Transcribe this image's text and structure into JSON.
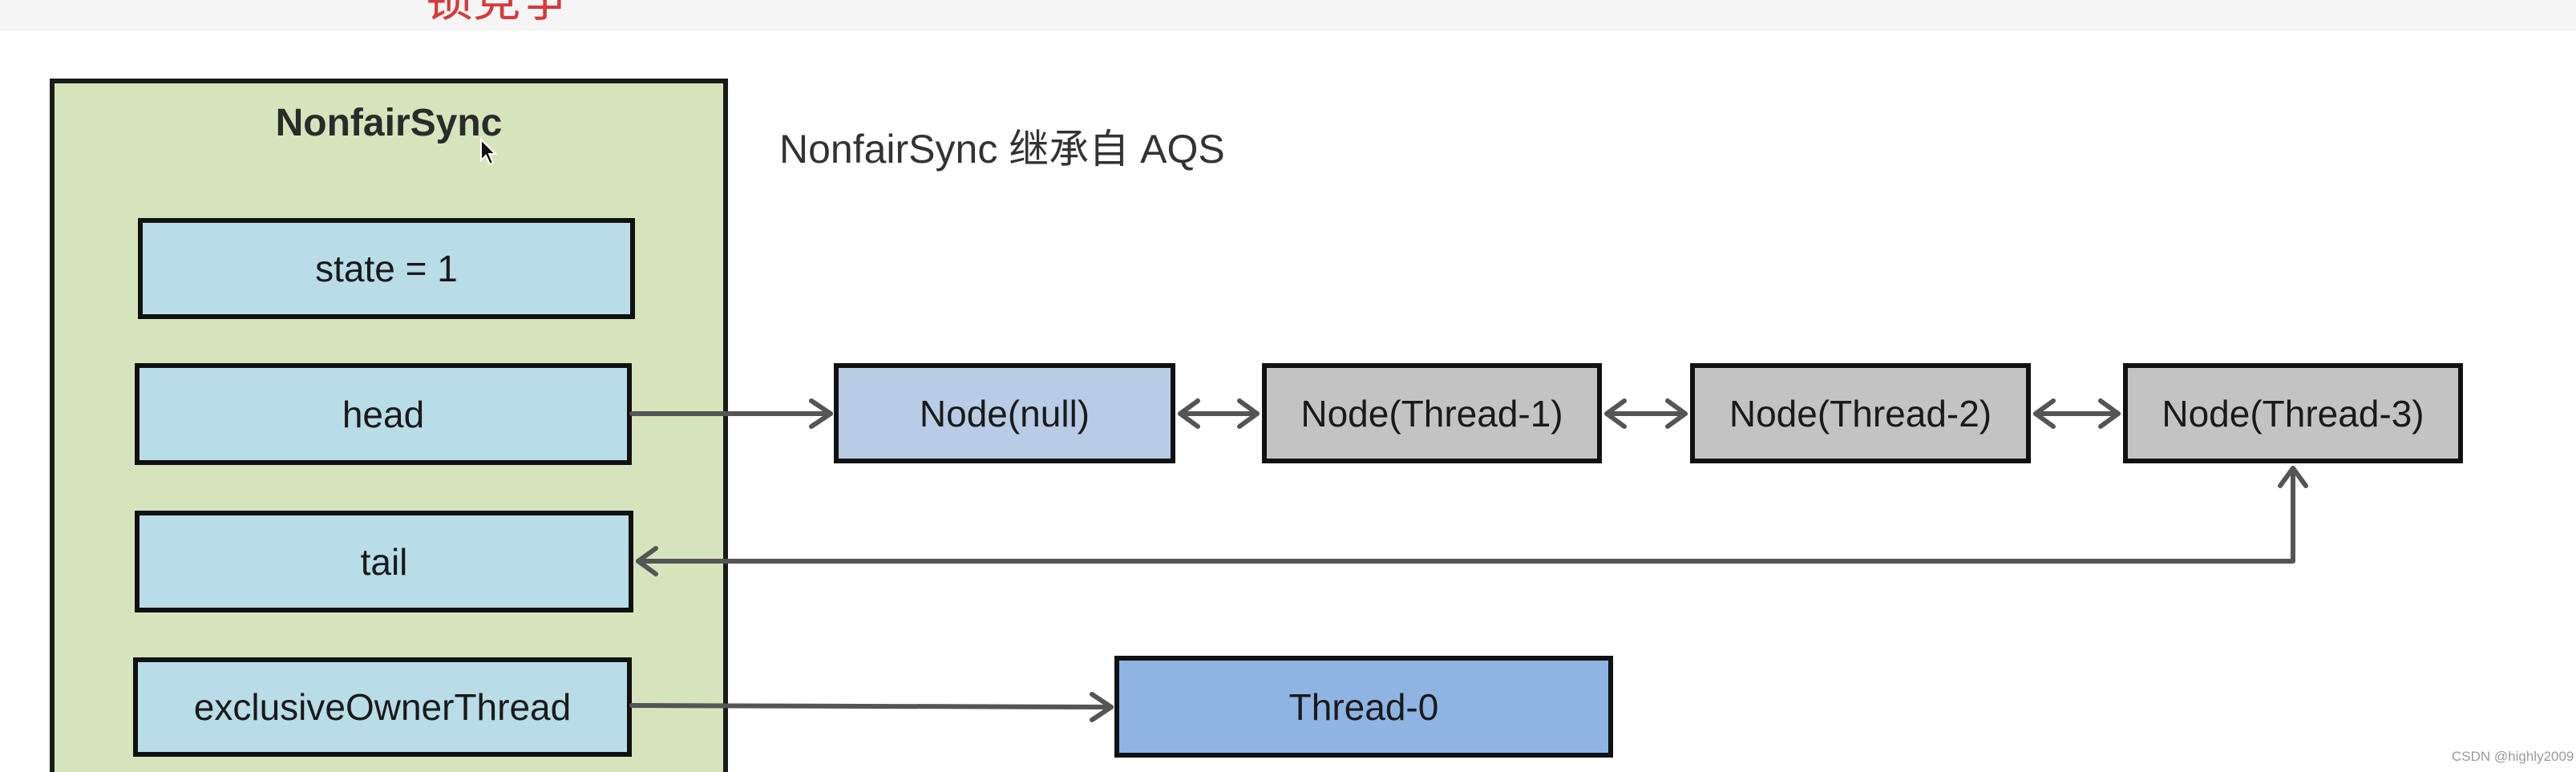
{
  "header": {
    "title_fragment": "锁竞争"
  },
  "container": {
    "title": "NonfairSync"
  },
  "caption": "NonfairSync 继承自 AQS",
  "fields": {
    "state": "state = 1",
    "head": "head",
    "tail": "tail",
    "owner": "exclusiveOwnerThread"
  },
  "queue": {
    "nodes": [
      "Node(null)",
      "Node(Thread-1)",
      "Node(Thread-2)",
      "Node(Thread-3)"
    ]
  },
  "owner_thread": "Thread-0",
  "watermark": "CSDN @highly2009",
  "colors": {
    "container_bg": "#d6e4bc",
    "field_bg": "#b8dce8",
    "node_null_bg": "#b8cce6",
    "node_thread_bg": "#c3c3c3",
    "owner_bg": "#8eb4e3",
    "arrow": "#555555"
  }
}
